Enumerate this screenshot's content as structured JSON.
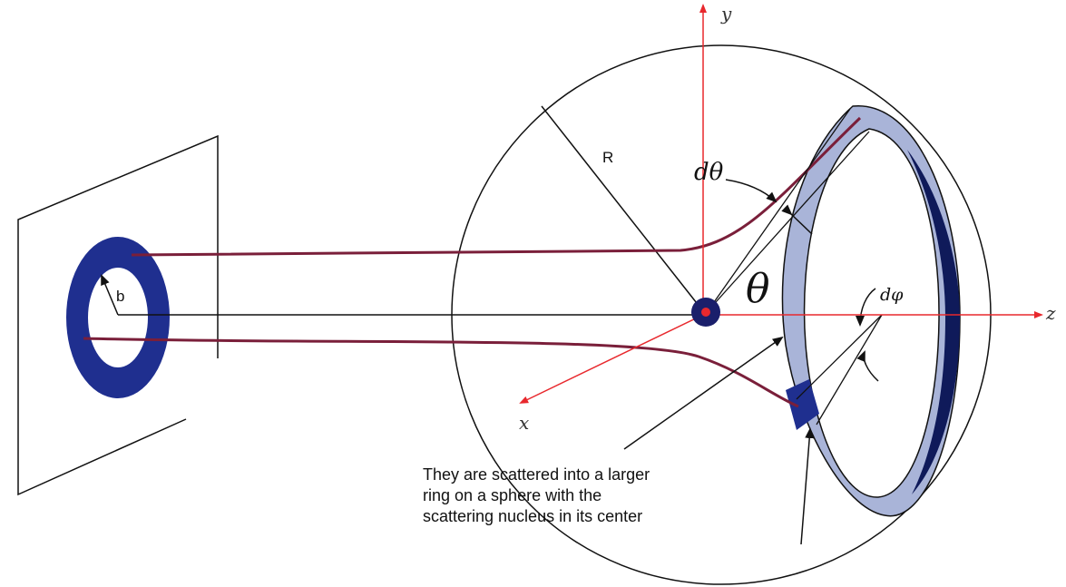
{
  "labels": {
    "y_axis": "y",
    "z_axis": "z",
    "x_axis": "x",
    "radius": "R",
    "impact_parameter": "b",
    "d_theta": "dθ",
    "theta": "θ",
    "d_phi": "dφ"
  },
  "caption": "They are scattered into a larger\nring on a sphere with the\nscattering nucleus in its center",
  "colors": {
    "axis": "#e8282d",
    "ring_fill": "#1f2f8f",
    "band_fill": "#a9b4d8",
    "band_dark": "#0f1a5a",
    "trajectory": "#7a1f3a",
    "nucleus": "#1a1f6b",
    "line": "#111111"
  }
}
